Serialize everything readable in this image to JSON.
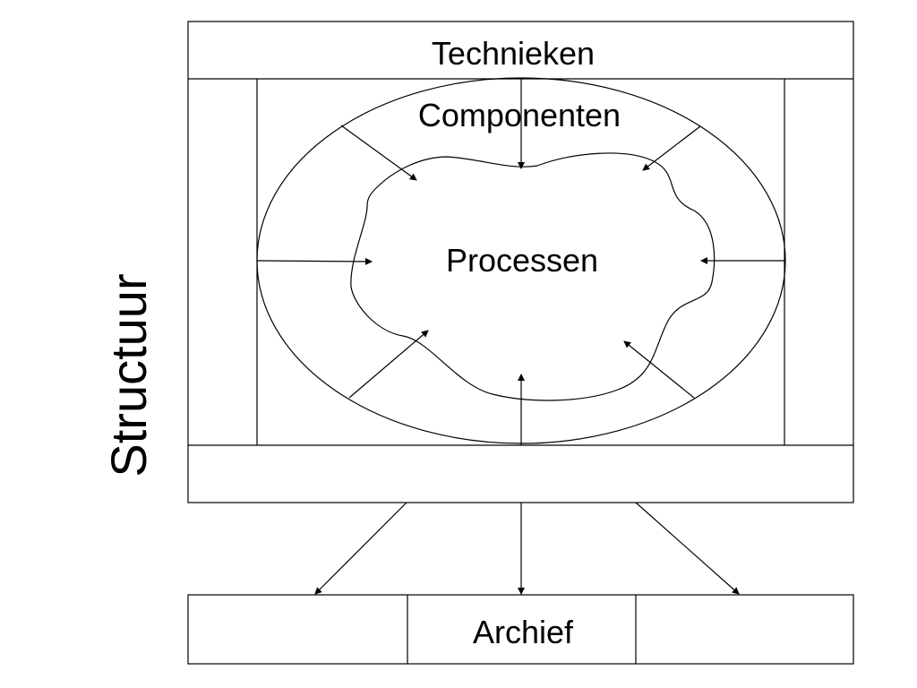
{
  "diagram": {
    "labels": {
      "top": "Technieken",
      "ring": "Componenten",
      "center": "Processen",
      "side": "Structuur",
      "bottom": "Archief"
    }
  }
}
